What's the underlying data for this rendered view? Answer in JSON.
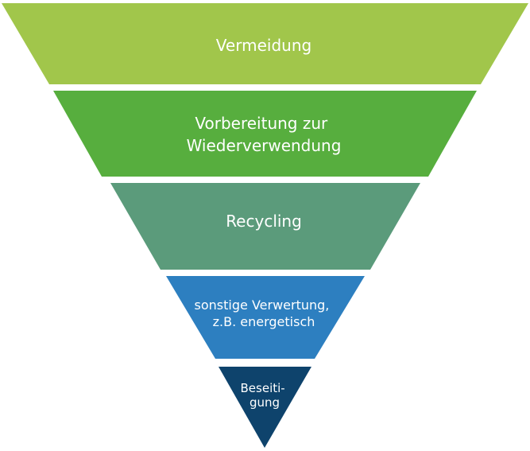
{
  "diagram": {
    "levels": [
      {
        "lines": [
          "Vermeidung"
        ],
        "color": "#a1c64b"
      },
      {
        "lines": [
          "Vorbereitung zur",
          "Wiederverwendung"
        ],
        "color": "#57ae3e"
      },
      {
        "lines": [
          "Recycling"
        ],
        "color": "#5b9b7b"
      },
      {
        "lines": [
          "sonstige Verwertung,",
          "z.B. energetisch"
        ],
        "color": "#2d7fc0"
      },
      {
        "lines": [
          "Beseiti-",
          "gung"
        ],
        "color": "#0e436c"
      }
    ]
  }
}
